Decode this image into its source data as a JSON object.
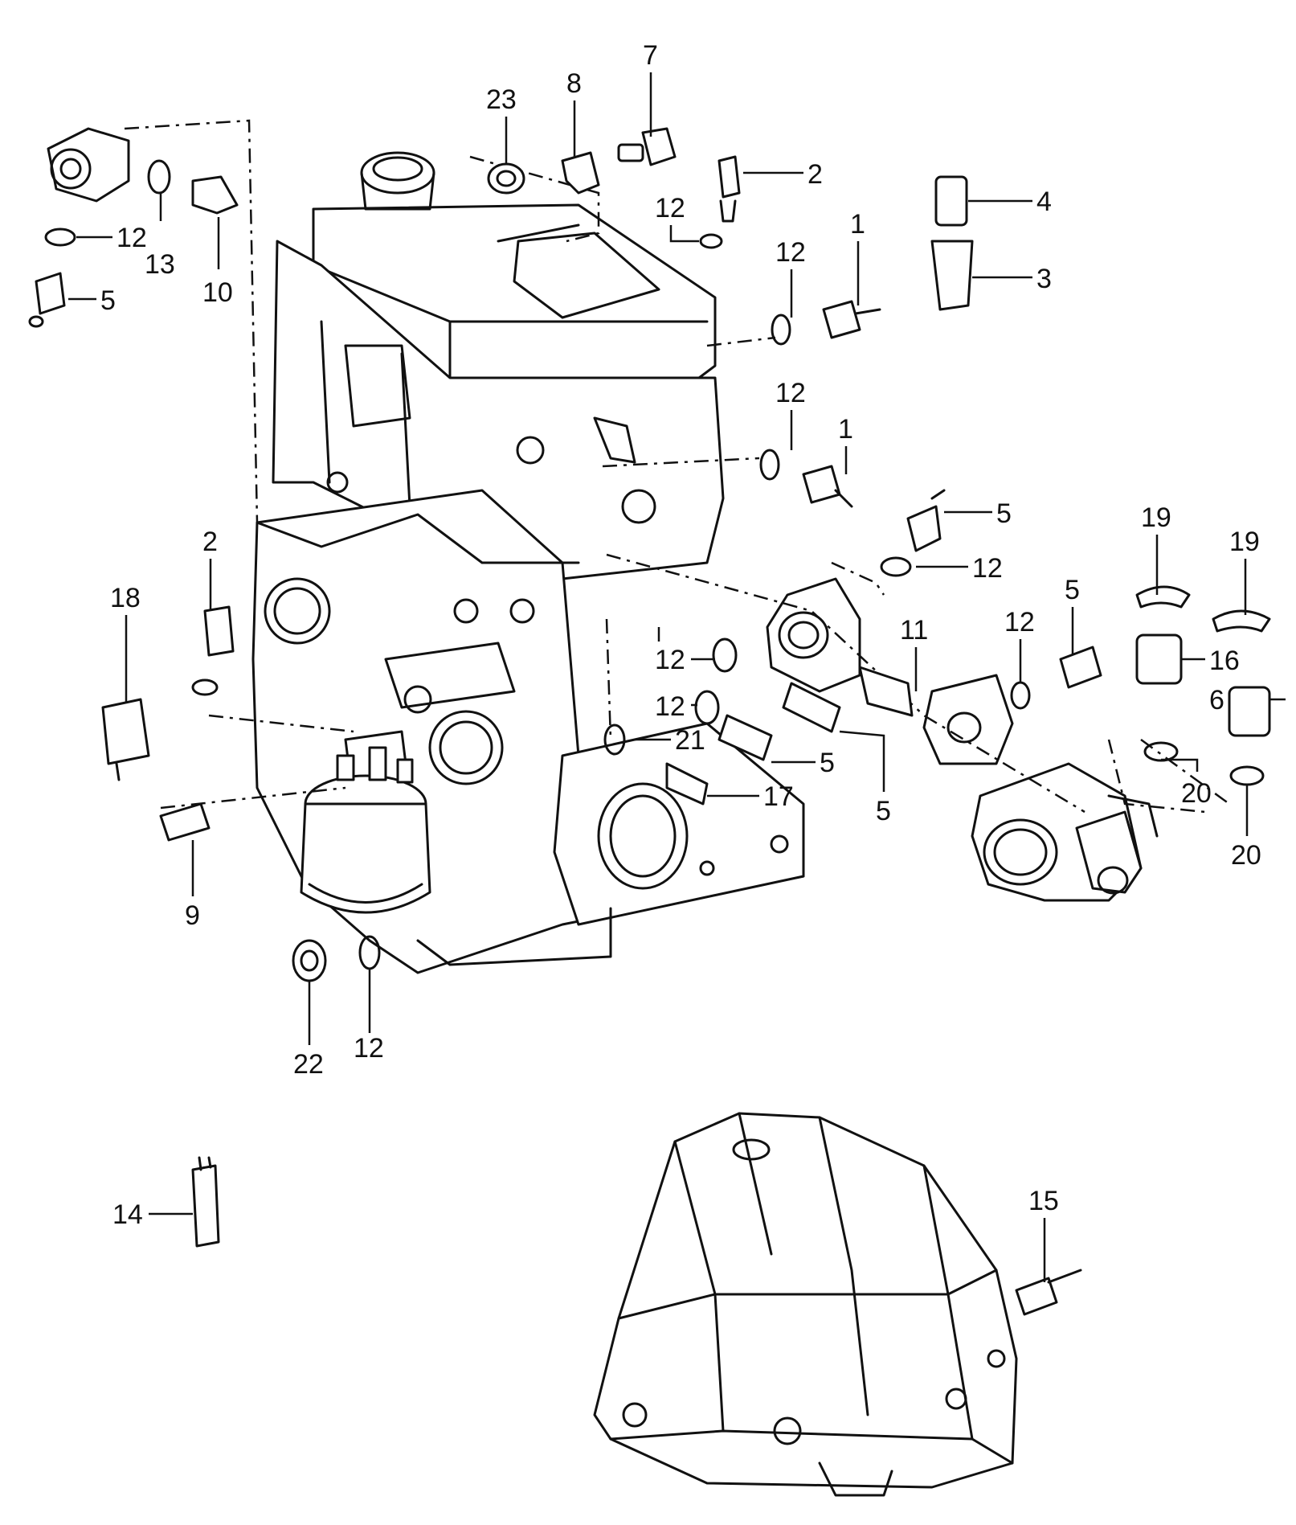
{
  "diagram": {
    "type": "exploded-parts-diagram",
    "callouts": [
      {
        "id": "c23",
        "text": "23"
      },
      {
        "id": "c8",
        "text": "8"
      },
      {
        "id": "c7",
        "text": "7"
      },
      {
        "id": "c2a",
        "text": "2"
      },
      {
        "id": "c4",
        "text": "4"
      },
      {
        "id": "c3",
        "text": "3"
      },
      {
        "id": "c12a",
        "text": "12"
      },
      {
        "id": "c12b",
        "text": "12"
      },
      {
        "id": "c1a",
        "text": "1"
      },
      {
        "id": "c12c",
        "text": "12"
      },
      {
        "id": "c1b",
        "text": "1"
      },
      {
        "id": "c13",
        "text": "13"
      },
      {
        "id": "c10",
        "text": "10"
      },
      {
        "id": "c12d",
        "text": "12"
      },
      {
        "id": "c5a",
        "text": "5"
      },
      {
        "id": "c5b",
        "text": "5"
      },
      {
        "id": "c12e",
        "text": "12"
      },
      {
        "id": "c19a",
        "text": "19"
      },
      {
        "id": "c19b",
        "text": "19"
      },
      {
        "id": "c12f",
        "text": "12"
      },
      {
        "id": "c5c",
        "text": "5"
      },
      {
        "id": "c16",
        "text": "16"
      },
      {
        "id": "c6",
        "text": "6"
      },
      {
        "id": "c11",
        "text": "11"
      },
      {
        "id": "c2b",
        "text": "2"
      },
      {
        "id": "c18",
        "text": "18"
      },
      {
        "id": "c12g",
        "text": "12"
      },
      {
        "id": "c12h",
        "text": "12"
      },
      {
        "id": "c21",
        "text": "21"
      },
      {
        "id": "c5d",
        "text": "5"
      },
      {
        "id": "c5e",
        "text": "5"
      },
      {
        "id": "c17",
        "text": "17"
      },
      {
        "id": "c20a",
        "text": "20"
      },
      {
        "id": "c20b",
        "text": "20"
      },
      {
        "id": "c9",
        "text": "9"
      },
      {
        "id": "c22",
        "text": "22"
      },
      {
        "id": "c12i",
        "text": "12"
      },
      {
        "id": "c14",
        "text": "14"
      },
      {
        "id": "c15",
        "text": "15"
      }
    ]
  }
}
